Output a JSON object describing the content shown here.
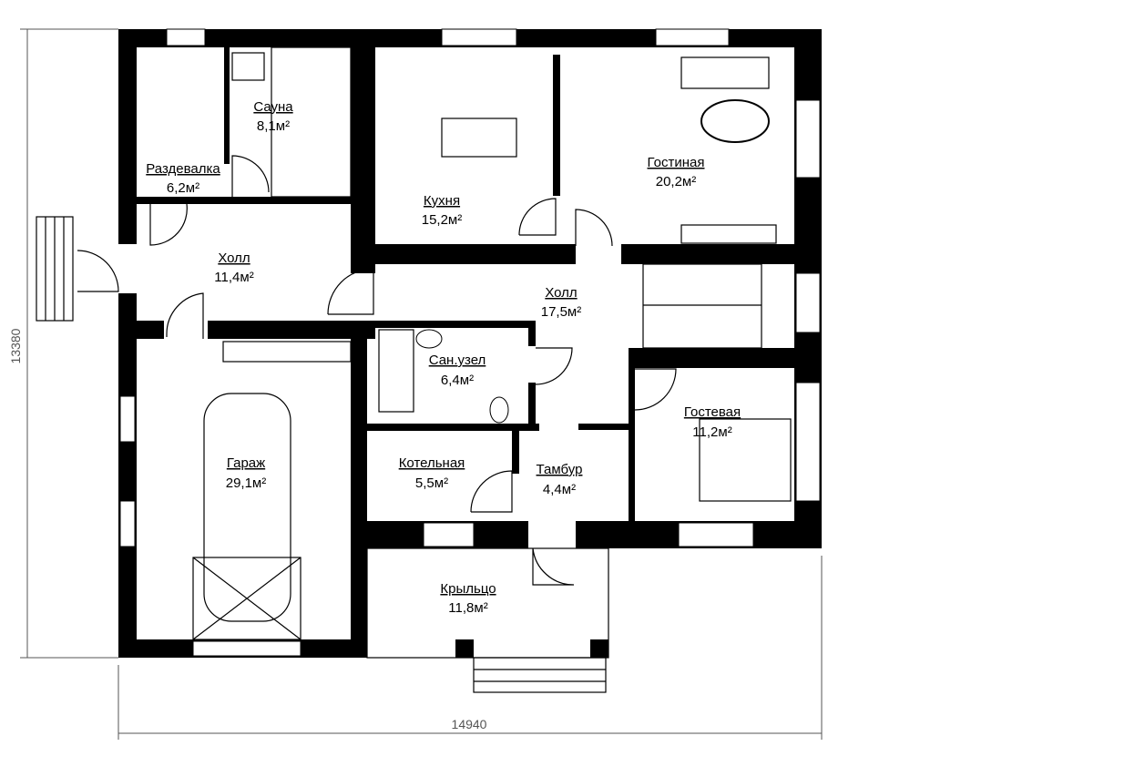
{
  "rooms": [
    {
      "name": "Сауна",
      "area": "8,1м²"
    },
    {
      "name": "Раздевалка",
      "area": "6,2м²"
    },
    {
      "name": "Кухня",
      "area": "15,2м²"
    },
    {
      "name": "Гостиная",
      "area": "20,2м²"
    },
    {
      "name": "Холл",
      "area": "11,4м²"
    },
    {
      "name": "Холл",
      "area": "17,5м²"
    },
    {
      "name": "Сан.узел",
      "area": "6,4м²"
    },
    {
      "name": "Гостевая",
      "area": "11,2м²"
    },
    {
      "name": "Котельная",
      "area": "5,5м²"
    },
    {
      "name": "Тамбур",
      "area": "4,4м²"
    },
    {
      "name": "Гараж",
      "area": "29,1м²"
    },
    {
      "name": "Крыльцо",
      "area": "11,8м²"
    }
  ],
  "dimensions": {
    "height": "13380",
    "width": "14940"
  }
}
